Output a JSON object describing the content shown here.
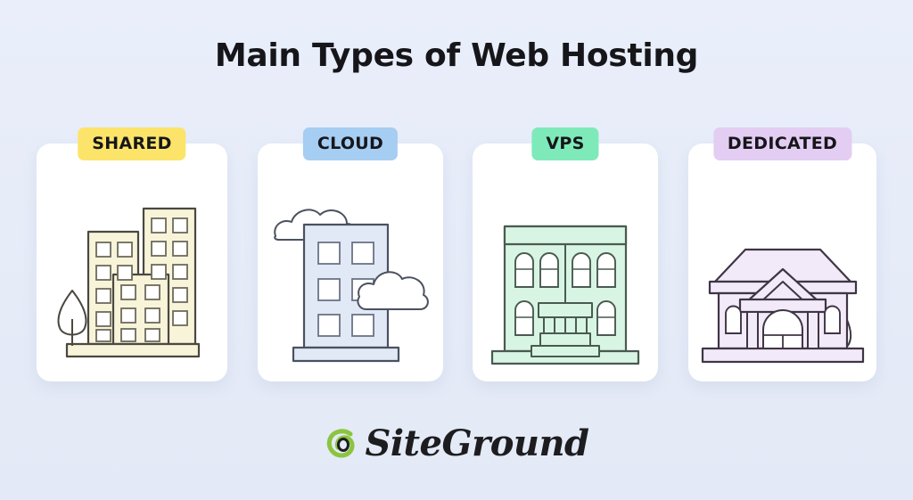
{
  "page": {
    "title": "Main Types of Web Hosting",
    "background_color": "#e7edf9"
  },
  "cards": [
    {
      "badge_label": "SHARED",
      "badge_color": "#fbe469",
      "illustration": "apartment-buildings-illustration",
      "fill_color": "#f8f4d9",
      "stroke_color": "#4a4840"
    },
    {
      "badge_label": "CLOUD",
      "badge_color": "#a6cdf2",
      "illustration": "cloud-building-illustration",
      "fill_color": "#e1e9f7",
      "stroke_color": "#4b5160"
    },
    {
      "badge_label": "VPS",
      "badge_color": "#7eeab9",
      "illustration": "duplex-townhouse-illustration",
      "fill_color": "#d8f5e4",
      "stroke_color": "#4a5a50"
    },
    {
      "badge_label": "DEDICATED",
      "badge_color": "#e3cdf2",
      "illustration": "mansion-house-illustration",
      "fill_color": "#f2eaf8",
      "stroke_color": "#3f3545"
    }
  ],
  "logo": {
    "brand_name": "SiteGround",
    "mark_color": "#8bc53f",
    "text_color": "#1d1d1f"
  }
}
